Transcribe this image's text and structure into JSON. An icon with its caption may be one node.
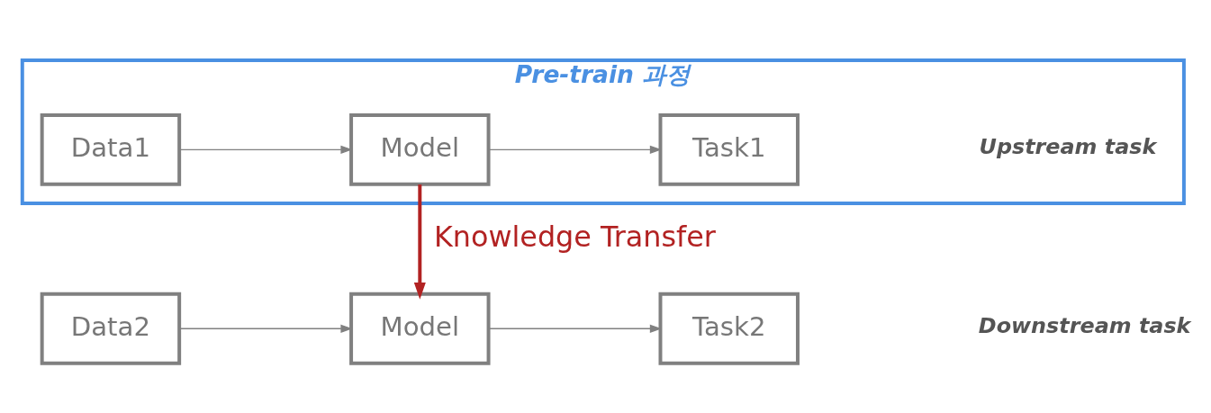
{
  "diagram": {
    "nodes": [
      {
        "text": [
          "Pre-train 과정"
        ]
      },
      {
        "text": [
          "Data1"
        ],
        "in": 0
      },
      {
        "text": [
          "Model"
        ],
        "in": 0
      },
      {
        "text": [
          "Task1"
        ],
        "in": 0
      },
      {
        "text": [
          "Data2"
        ]
      },
      {
        "text": [
          "Model"
        ]
      },
      {
        "text": [
          "Task2"
        ]
      }
    ],
    "edges": [
      {
        "from": 1,
        "to": 2,
        "arrow": "to"
      },
      {
        "from": 2,
        "to": 3,
        "arrow": "to"
      },
      {
        "from": 2,
        "to": 5,
        "arrow": "to",
        "label": "Knowledge Transfer",
        "style": "thick",
        "color": "#b22222"
      },
      {
        "from": 4,
        "to": 5,
        "arrow": "to"
      },
      {
        "from": 5,
        "to": 6,
        "arrow": "to"
      }
    ],
    "labels": [
      "Upstream task",
      "Downstream task"
    ]
  }
}
